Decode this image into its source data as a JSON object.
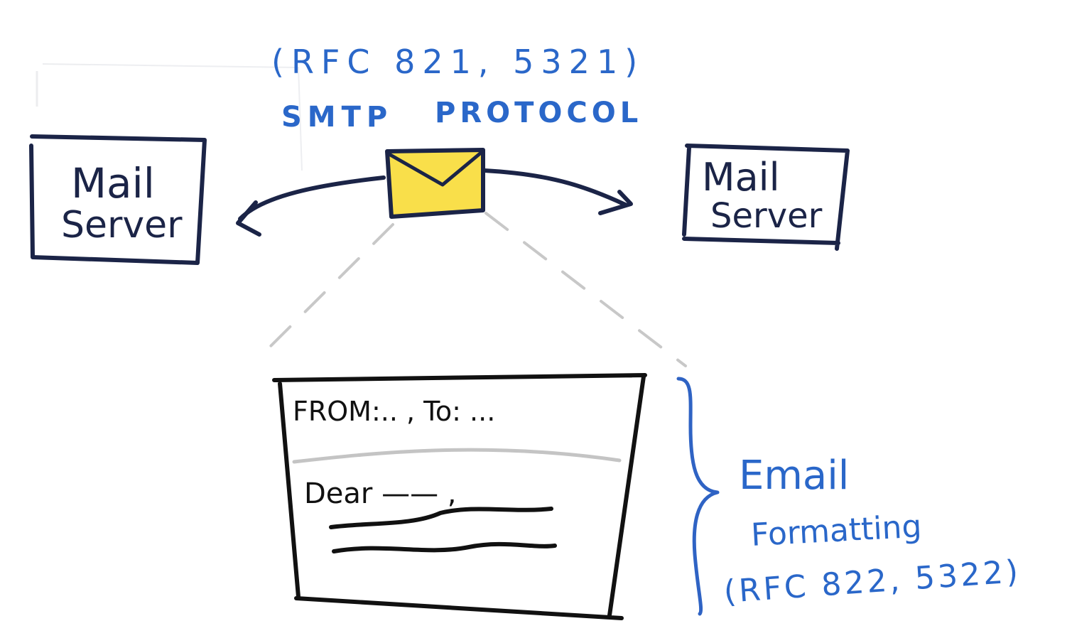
{
  "protocol": {
    "rfc": "(RFC 821, 5321)",
    "name_1": "SMTP",
    "name_2": "PROTOCOL"
  },
  "left_server": {
    "line1": "Mail",
    "line2": "Server"
  },
  "right_server": {
    "line1": "Mail",
    "line2": "Server"
  },
  "email": {
    "header": "FROM:.. , To: ...",
    "greeting": "Dear —— ,"
  },
  "formatting": {
    "line1": "Email",
    "line2": "Formatting",
    "line3": "(RFC 822, 5322)"
  },
  "colors": {
    "dark_ink": "#1b2447",
    "blue_ink": "#2a67c9",
    "envelope_fill": "#f9df4a",
    "dashed_gray": "#c8c8c8"
  },
  "icons": {
    "envelope": "envelope-icon"
  }
}
